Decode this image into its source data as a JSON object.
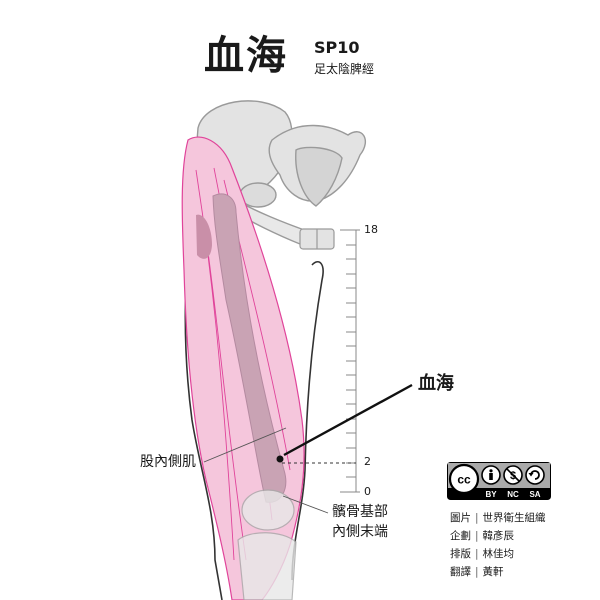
{
  "header": {
    "title": "血海",
    "code": "SP10",
    "meridian": "足太陰脾經"
  },
  "ruler": {
    "top_label": "18",
    "mid_label": "2",
    "zero_label": "0"
  },
  "labels": {
    "point": "血海",
    "muscle": "股內側肌",
    "patella_line1": "髕骨基部",
    "patella_line2": "內側末端"
  },
  "license": {
    "badge_text": [
      "BY",
      "NC",
      "SA"
    ]
  },
  "credits": [
    {
      "role": "圖片",
      "name": "世界衛生組織"
    },
    {
      "role": "企劃",
      "name": "韓彥辰"
    },
    {
      "role": "排版",
      "name": "林佳均"
    },
    {
      "role": "翻譯",
      "name": "黃軒"
    }
  ],
  "colors": {
    "muscle_fill": "#f5c6dc",
    "muscle_line": "#e0449a",
    "bone_fill": "#e3e3e3",
    "bone_line": "#9a9a9a",
    "femur_fill": "#c9a3b4",
    "ink": "#1a1a1a"
  }
}
